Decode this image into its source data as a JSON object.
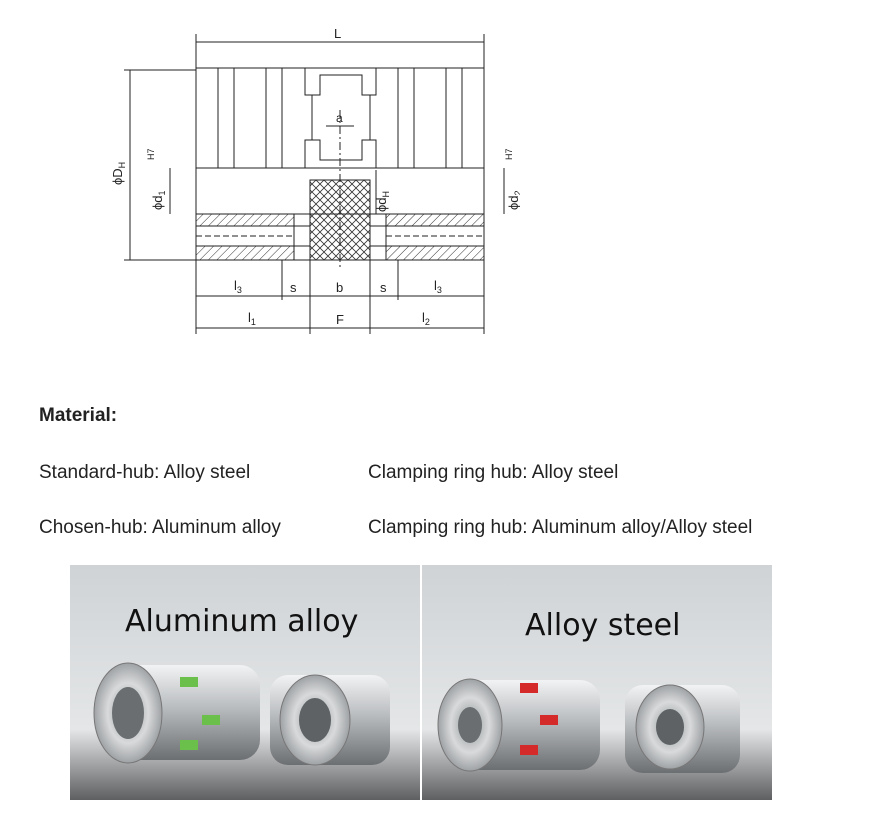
{
  "drawing": {
    "labels": {
      "L": "L",
      "a": "a",
      "phi_DH": "ϕD",
      "DH_sub": "H",
      "phi_d1": "ϕd",
      "d1_sub": "1",
      "H7_left": "H7",
      "phi_dH": "ϕd",
      "dH_sub": "H",
      "phi_d2": "ϕd",
      "d2_sub": "2",
      "H7_right": "H7",
      "l3_left": "l",
      "l3_left_sub": "3",
      "s_left": "s",
      "b": "b",
      "s_right": "s",
      "l3_right": "l",
      "l3_right_sub": "3",
      "l1": "l",
      "l1_sub": "1",
      "F": "F",
      "l2": "l",
      "l2_sub": "2"
    }
  },
  "material": {
    "heading": "Material:",
    "rows": [
      {
        "left": "Standard-hub: Alloy steel",
        "right": "Clamping ring hub: Alloy steel"
      },
      {
        "left": "Chosen-hub: Aluminum alloy",
        "right": "Clamping ring hub: Aluminum alloy/Alloy steel"
      }
    ]
  },
  "photo": {
    "left_caption": "Aluminum alloy",
    "right_caption": "Alloy steel"
  }
}
